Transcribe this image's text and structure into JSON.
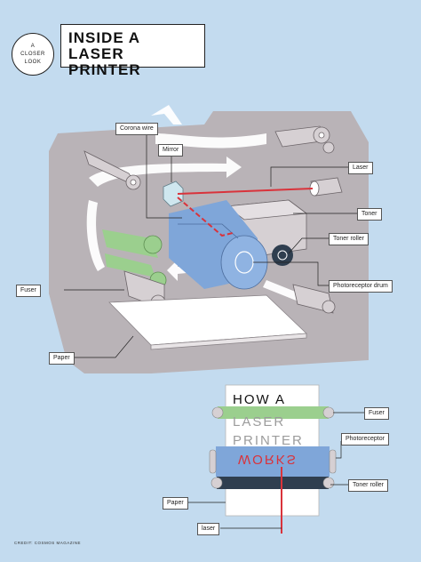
{
  "badge": {
    "lines": [
      "A",
      "CLOSER",
      "LOOK"
    ]
  },
  "title": {
    "line1": "INSIDE A LASER",
    "line2": "PRINTER"
  },
  "labels": {
    "corona_wire": "Corona wire",
    "mirror": "Mirror",
    "laser": "Laser",
    "toner": "Toner",
    "toner_roller": "Toner roller",
    "photoreceptor_drum": "Photoreceptor drum",
    "fuser": "Fuser",
    "paper": "Paper"
  },
  "inset": {
    "line1": "HOW A",
    "line2": "LASER",
    "line3": "PRINTER",
    "line4": "WORKS",
    "labels": {
      "fuser": "Fuser",
      "photoreceptor": "Photoreceptor",
      "toner_roller": "Toner roller",
      "paper": "Paper",
      "laser": "laser"
    }
  },
  "credit": "CREDIT: COSMOS MAGAZINE",
  "colors": {
    "background": "#c3dbef",
    "printer_body": "#b9b3b7",
    "drum_blue": "#7fa6d9",
    "fuser_green": "#9bcf8e",
    "laser_red": "#d9333b",
    "toner_roller_dark": "#2f3e4f"
  }
}
